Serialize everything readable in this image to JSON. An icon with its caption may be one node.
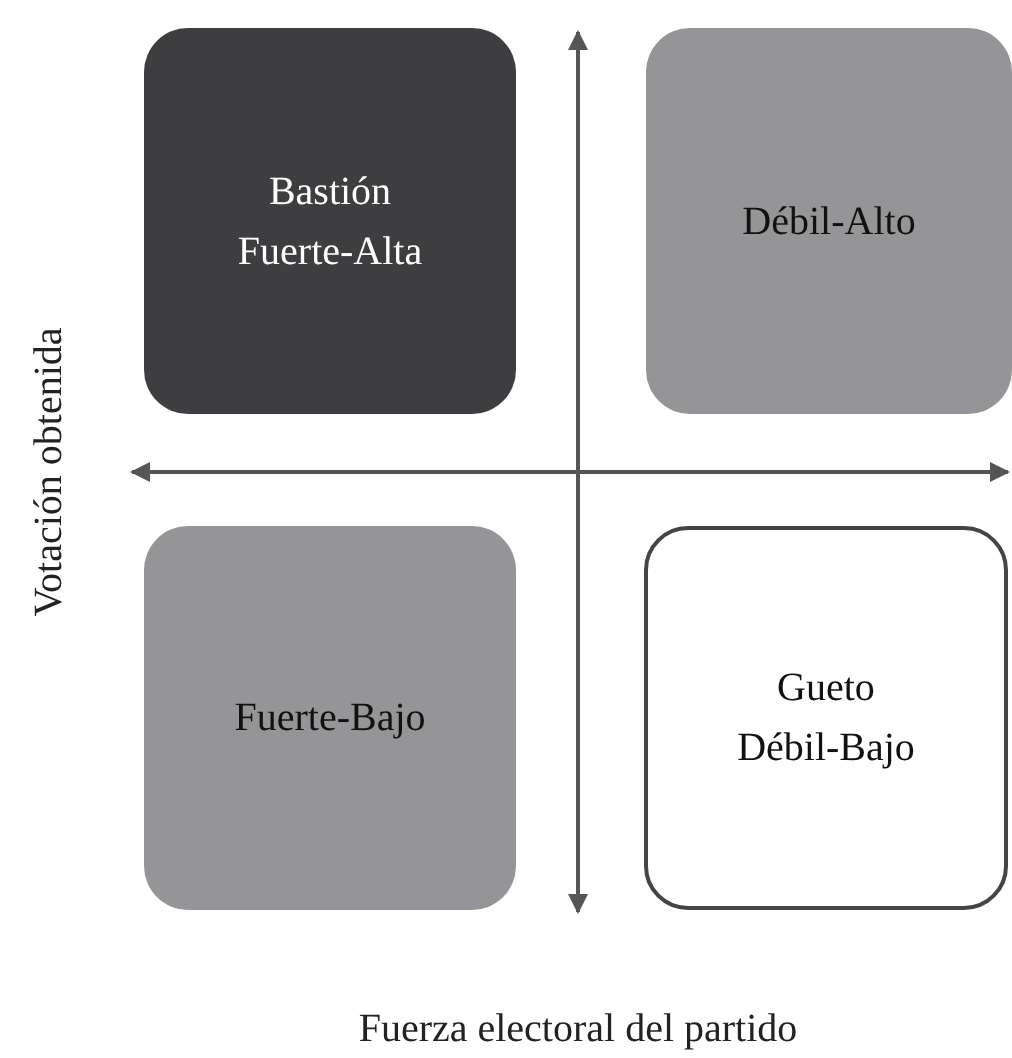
{
  "diagram": {
    "nodes": [
      {
        "text": [
          "Bastión",
          "Fuerte-Alta"
        ]
      },
      {
        "text": [
          "Débil-Alto"
        ]
      },
      {
        "text": [
          "Fuerte-Bajo"
        ]
      },
      {
        "text": [
          "Gueto",
          "Débil-Bajo"
        ]
      }
    ],
    "labels": [
      "Votación obtenida",
      "Fuerza electoral del partido"
    ]
  }
}
